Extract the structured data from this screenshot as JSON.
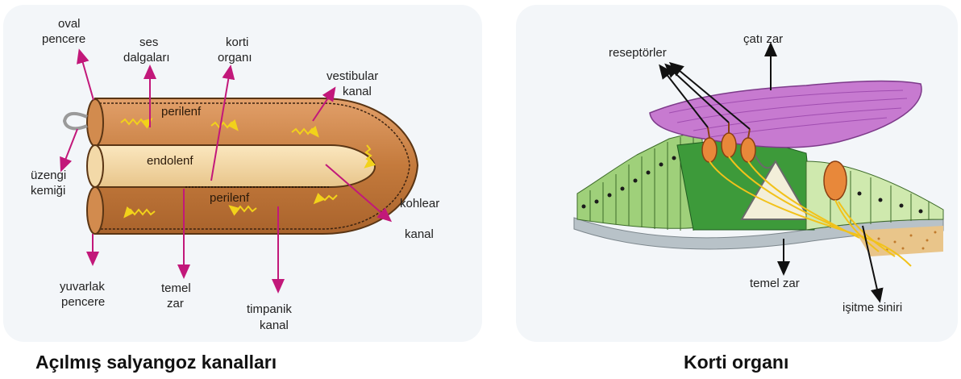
{
  "left_panel": {
    "caption": "Açılmış salyangoz kanalları",
    "labels": {
      "oval_line1": "oval",
      "oval_line2": "pencere",
      "ses_line1": "ses",
      "ses_line2": "dalgaları",
      "korti_line1": "korti",
      "korti_line2": "organı",
      "vest_line1": "vestibular",
      "vest_line2": "kanal",
      "perilenf_top": "perilenf",
      "endolenf": "endolenf",
      "perilenf_bottom": "perilenf",
      "uzengi_line1": "üzengi",
      "uzengi_line2": "kemiği",
      "kohlear_line1": "kohlear",
      "kohlear_line2": "kanal",
      "yuvarlak_line1": "yuvarlak",
      "yuvarlak_line2": "pencere",
      "temel_line1": "temel",
      "temel_line2": "zar",
      "timpanik_line1": "timpanik",
      "timpanik_line2": "kanal"
    }
  },
  "right_panel": {
    "caption": "Korti organı",
    "labels": {
      "reseptorler": "reseptörler",
      "cati_zar": "çatı zar",
      "temel_zar": "temel zar",
      "isitme_siniri": "işitme siniri"
    }
  },
  "colors": {
    "arrow": "#c2187a",
    "duct_outer": "#c98344",
    "duct_inner": "#f3d9a8",
    "tectorial": "#c77ad0"
  }
}
